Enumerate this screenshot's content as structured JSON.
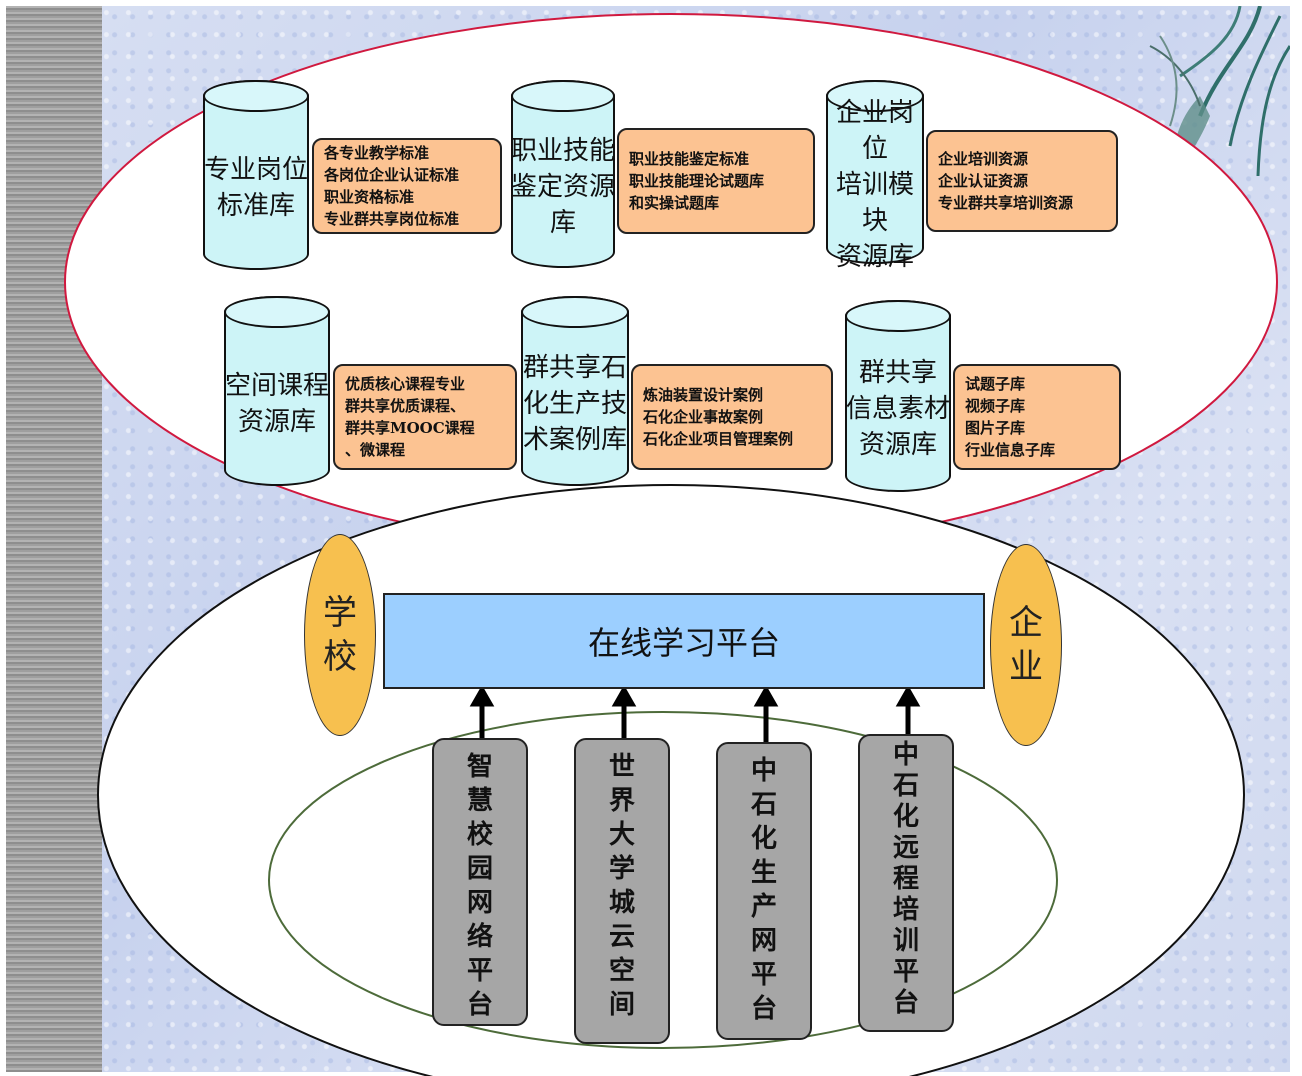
{
  "resource_libraries": [
    {
      "name": "专业岗位\n标准库",
      "items": [
        "各专业教学标准",
        "各岗位企业认证标准",
        "职业资格标准",
        "专业群共享岗位标准"
      ]
    },
    {
      "name": "职业技能\n鉴定资源\n库",
      "items": [
        "职业技能鉴定标准",
        "职业技能理论试题库",
        "和实操试题库"
      ]
    },
    {
      "name": "企业岗位\n培训模块\n资源库",
      "items": [
        "企业培训资源",
        "企业认证资源",
        "专业群共享培训资源"
      ]
    },
    {
      "name": "空间课程\n资源库",
      "items": [
        "优质核心课程专业",
        "群共享优质课程、",
        "群共享MOOC课程",
        "、微课程"
      ]
    },
    {
      "name": "群共享石\n化生产技\n术案例库",
      "items": [
        "炼油装置设计案例",
        "石化企业事故案例",
        "石化企业项目管理案例"
      ]
    },
    {
      "name": "群共享\n信息素材\n资源库",
      "items": [
        "试题子库",
        "视频子库",
        "图片子库",
        "行业信息子库"
      ]
    }
  ],
  "sides": {
    "left": "学\n校",
    "right": "企\n业"
  },
  "platform_label": "在线学习平台",
  "sub_platforms": [
    "智\n慧\n校\n园\n网\n络\n平\n台",
    "世\n界\n大\n学\n城\n云\n空\n间",
    "中\n石\n化\n生\n产\n网\n平\n台",
    "中\n石\n化\n远\n程\n培\n训\n平\n台"
  ],
  "colors": {
    "cylinder_fill": "#cdf4f7",
    "content_box": "#fcc392",
    "side_oval": "#f7c04f",
    "platform": "#9ccfff",
    "pillar": "#a6a6a6",
    "top_ellipse_border": "#d0193f"
  }
}
